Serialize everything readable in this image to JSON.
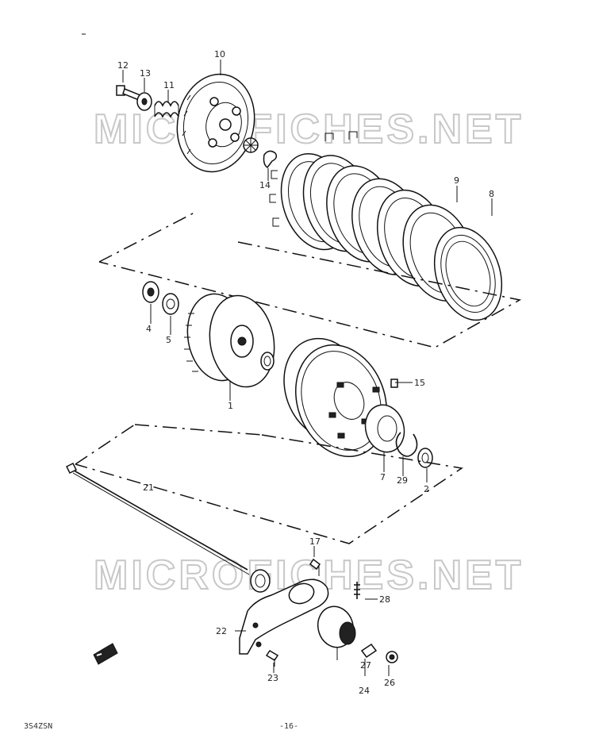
{
  "watermarks": [
    "MICROFICHES.NET",
    "MICROFICHES.NET"
  ],
  "callouts": {
    "c1": "1",
    "c2": "2",
    "c4": "4",
    "c5": "5",
    "c7": "7",
    "c8": "8",
    "c9": "9",
    "c10": "10",
    "c11": "11",
    "c12": "12",
    "c13": "13",
    "c14": "14",
    "c15": "15",
    "c17": "17",
    "c21": "21",
    "c22": "22",
    "c23": "23",
    "c24": "24",
    "c26": "26",
    "c27": "27",
    "c28": "28",
    "c29": "29"
  },
  "footer": {
    "code": "3S4ZSN",
    "page": "-16-"
  }
}
